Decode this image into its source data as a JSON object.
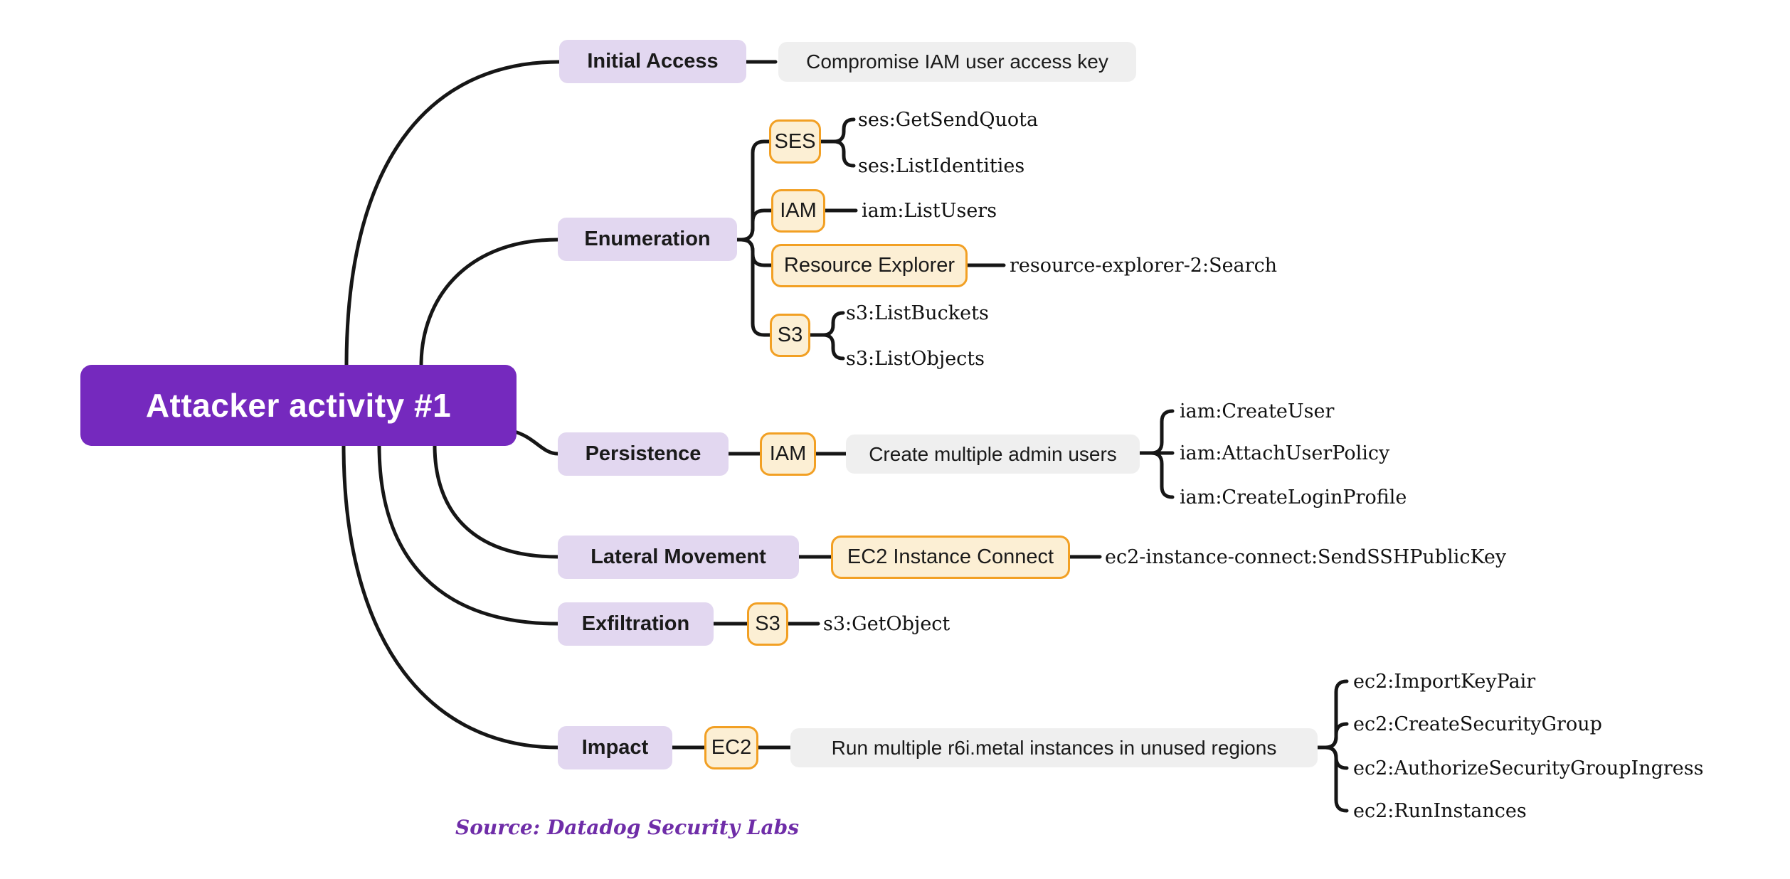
{
  "diagram": {
    "type": "mindmap",
    "source_note": "Source: Datadog Security Labs",
    "colors": {
      "root_bg": "#7529BE",
      "root_text": "#ffffff",
      "branch_bg": "#E2D7F0",
      "aws_node_bg": "#FCEFD4",
      "aws_node_border": "#F2A024",
      "note_bg": "#EFEFEF",
      "connector": "#161616",
      "source_text": "#6F2DA8"
    }
  },
  "tree": {
    "root": "Attacker activity #1",
    "branches": [
      {
        "label": "Initial Access",
        "note": "Compromise IAM user access key"
      },
      {
        "label": "Enumeration",
        "services": [
          {
            "label": "SES",
            "actions": [
              "ses:GetSendQuota",
              "ses:ListIdentities"
            ]
          },
          {
            "label": "IAM",
            "actions": [
              "iam:ListUsers"
            ]
          },
          {
            "label": "Resource Explorer",
            "actions": [
              "resource-explorer-2:Search"
            ]
          },
          {
            "label": "S3",
            "actions": [
              "s3:ListBuckets",
              "s3:ListObjects"
            ]
          }
        ]
      },
      {
        "label": "Persistence",
        "services": [
          {
            "label": "IAM",
            "note": "Create multiple admin users",
            "actions": [
              "iam:CreateUser",
              "iam:AttachUserPolicy",
              "iam:CreateLoginProfile"
            ]
          }
        ]
      },
      {
        "label": "Lateral Movement",
        "services": [
          {
            "label": "EC2 Instance Connect",
            "actions": [
              "ec2-instance-connect:SendSSHPublicKey"
            ]
          }
        ]
      },
      {
        "label": "Exfiltration",
        "services": [
          {
            "label": "S3",
            "actions": [
              "s3:GetObject"
            ]
          }
        ]
      },
      {
        "label": "Impact",
        "services": [
          {
            "label": "EC2",
            "note": "Run multiple r6i.metal instances in unused regions",
            "actions": [
              "ec2:ImportKeyPair",
              "ec2:CreateSecurityGroup",
              "ec2:AuthorizeSecurityGroupIngress",
              "ec2:RunInstances"
            ]
          }
        ]
      }
    ]
  }
}
